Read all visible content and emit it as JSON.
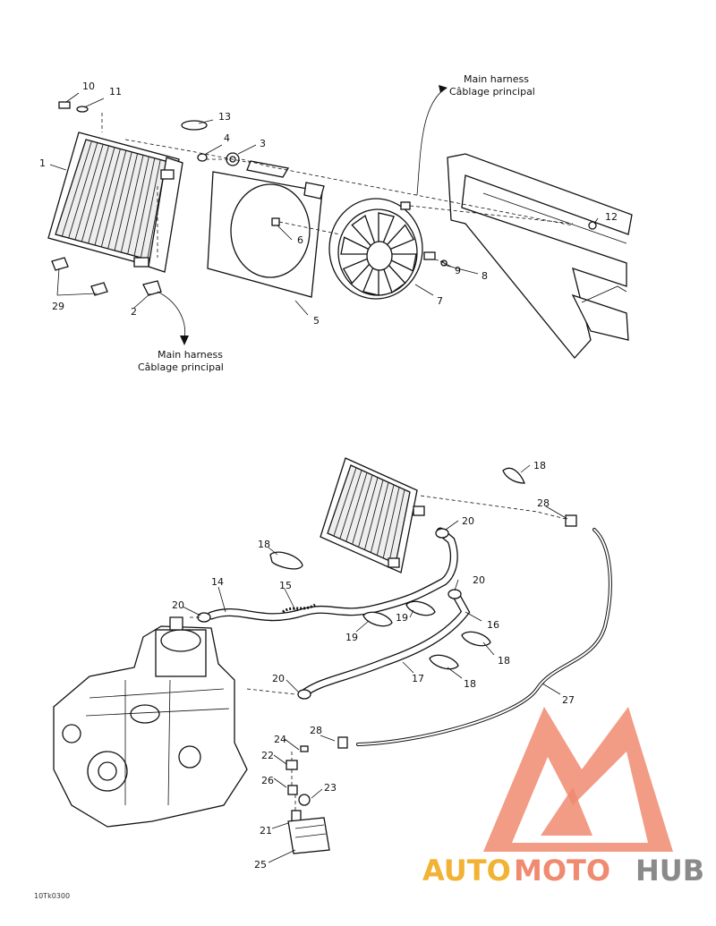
{
  "callouts_top": [
    "10",
    "11",
    "13",
    "4",
    "3",
    "1",
    "6",
    "12",
    "9",
    "8",
    "29",
    "2",
    "5",
    "7"
  ],
  "callouts_bottom": [
    "18",
    "28",
    "20",
    "18",
    "20",
    "14",
    "15",
    "20",
    "19",
    "19",
    "16",
    "18",
    "18",
    "20",
    "17",
    "27",
    "28",
    "24",
    "22",
    "26",
    "23",
    "21",
    "25"
  ],
  "harness_top": {
    "line1": "Main harness",
    "line2": "Câblage principal"
  },
  "harness_left": {
    "line1": "Main harness",
    "line2": "Câblage principal"
  },
  "reference_code": "10Tk0300",
  "watermark": {
    "part1": "AUTO",
    "part2": "MOTO",
    "part3": "HUB",
    "color_primary": "#f08a70",
    "color_secondary": "#f2b233",
    "color_dark": "#8a8a8a"
  }
}
